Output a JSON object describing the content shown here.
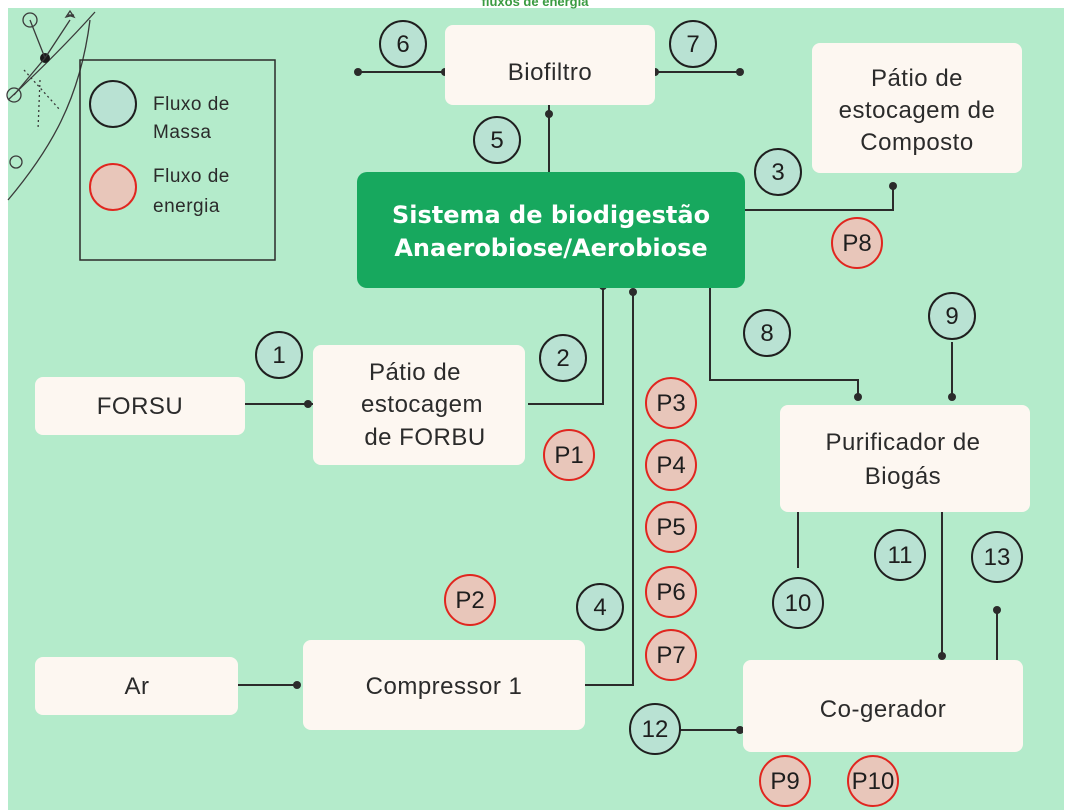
{
  "title": "fluxos de energia",
  "legend": {
    "mass_label_line1": "Fluxo de",
    "mass_label_line2": "Massa",
    "energy_label_line1": "Fluxo de",
    "energy_label_line2": "energia"
  },
  "colors": {
    "background": "#b4ebcb",
    "box": "#fdf7f1",
    "main_box": "#17a85e",
    "mass_circle": "#b9e2d3",
    "energy_circle": "#e8c6ba",
    "energy_border": "#e0261f"
  },
  "nodes": {
    "biofiltro": "Biofiltro",
    "patio_composto": [
      "Pátio de",
      "estocagem de",
      "Composto"
    ],
    "sistema": [
      "Sistema de biodigestão",
      "Anaerobiose/Aerobiose"
    ],
    "forsu": "FORSU",
    "patio_forbu": [
      "Pátio de",
      "estocagem",
      "de FORBU"
    ],
    "purificador": [
      "Purificador de",
      "Biogás"
    ],
    "ar": "Ar",
    "compressor": "Compressor 1",
    "cogerador": "Co-gerador"
  },
  "mass_flows": [
    "1",
    "2",
    "3",
    "4",
    "5",
    "6",
    "7",
    "8",
    "9",
    "10",
    "11",
    "12",
    "13"
  ],
  "energy_flows": [
    "P1",
    "P2",
    "P3",
    "P4",
    "P5",
    "P6",
    "P7",
    "P8",
    "P9",
    "P10"
  ]
}
